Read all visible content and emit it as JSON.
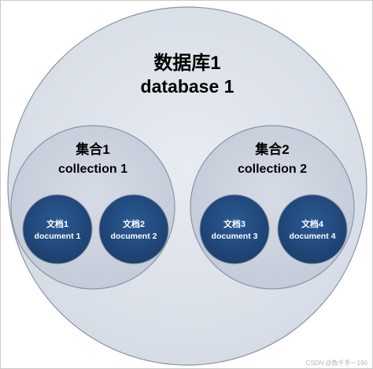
{
  "database": {
    "title_cn": "数据库1",
    "title_en": "database 1"
  },
  "collections": [
    {
      "title_cn": "集合1",
      "title_en": "collection 1",
      "documents": [
        {
          "label_cn": "文档1",
          "label_en": "document 1"
        },
        {
          "label_cn": "文档2",
          "label_en": "document 2"
        }
      ]
    },
    {
      "title_cn": "集合2",
      "title_en": "collection 2",
      "documents": [
        {
          "label_cn": "文档3",
          "label_en": "document 3"
        },
        {
          "label_cn": "文档4",
          "label_en": "document 4"
        }
      ]
    }
  ],
  "watermark": "CSDN @数千手一160",
  "colors": {
    "database_fill": "#dfe4ec",
    "collection_fill": "#ccd3de",
    "document_fill": "#234d82",
    "outline": "#8a94a3"
  }
}
